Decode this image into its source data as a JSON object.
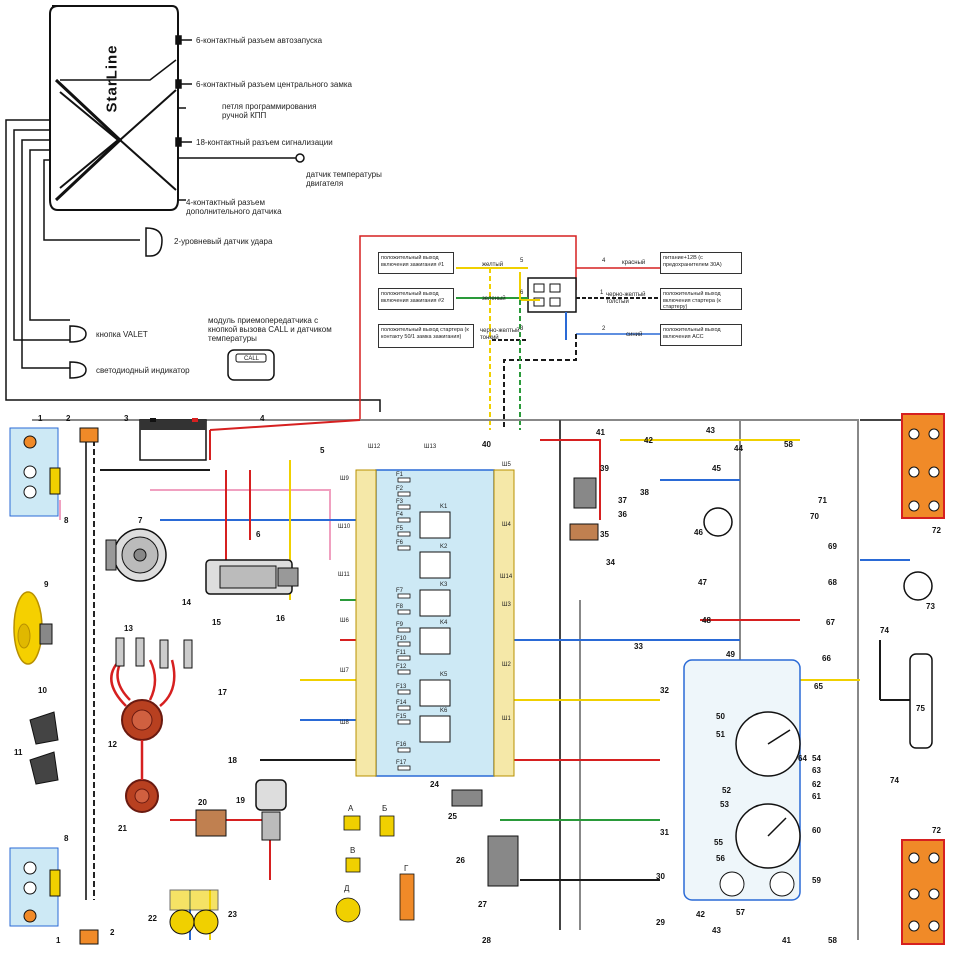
{
  "starline": {
    "brand": "StarLine",
    "labels": {
      "autostart": "6-контактный разъем автозапуска",
      "central_lock": "6-контактный разъем центрального замка",
      "prog_loop": "петля программирования ручной КПП",
      "alarm_connector": "18-контактный разъем сигнализации",
      "engine_temp": "датчик температуры двигателя",
      "extra_sensor": "4-контактный разъем дополнительного датчика",
      "shock_sensor": "2-уровневый датчик удара",
      "valet": "кнопка VALET",
      "led": "светодиодный индикатор",
      "module": "модуль приемопередатчика с кнопкой вызова CALL и датчиком температуры",
      "call": "CALL"
    }
  },
  "ignition_connector": {
    "left_boxes": [
      "положительный выход включения зажигания #1",
      "положительный выход включения зажигания #2",
      "положительный выход стартера (к контакту 50/1 замка зажигания)"
    ],
    "right_boxes": [
      "питание+12В (с предохранителем 30А)",
      "положительный выход включения стартера (к стартеру)",
      "положительный выход включения АСС"
    ],
    "wire_colors": [
      "желтый",
      "зеленый",
      "черно-желтый тонкий",
      "красный",
      "черно-желтый толстый",
      "синий"
    ],
    "pins": [
      "5",
      "6",
      "3",
      "4",
      "1",
      "2"
    ]
  },
  "fuse_block": {
    "fuses": [
      "F1",
      "F2",
      "F3",
      "F4",
      "F5",
      "F6",
      "F7",
      "F8",
      "F9",
      "F10",
      "F11",
      "F12",
      "F13",
      "F14",
      "F15",
      "F16",
      "F17"
    ],
    "relays": [
      "K1",
      "K2",
      "K3",
      "K4",
      "K5",
      "K6"
    ],
    "connectors_left": [
      "Ш9",
      "Ш10",
      "Ш11",
      "Ш6",
      "Ш7",
      "Ш8"
    ],
    "connectors_right": [
      "Ш5",
      "Ш4",
      "Ш14",
      "Ш3",
      "Ш2",
      "Ш1"
    ],
    "top_connectors": [
      "Ш12",
      "Ш13"
    ],
    "number": "24"
  },
  "connector_legend": [
    "А",
    "Б",
    "В",
    "Г",
    "Д"
  ],
  "callouts": {
    "left": [
      "1",
      "2",
      "3",
      "4",
      "5",
      "6",
      "7",
      "8",
      "9",
      "10",
      "11",
      "12",
      "13",
      "14",
      "15",
      "16",
      "17",
      "18",
      "19",
      "20",
      "21",
      "22",
      "23",
      "1",
      "2",
      "8"
    ],
    "right": [
      "25",
      "26",
      "27",
      "28",
      "29",
      "30",
      "31",
      "32",
      "33",
      "34",
      "35",
      "36",
      "37",
      "38",
      "39",
      "40",
      "41",
      "42",
      "43",
      "44",
      "45",
      "46",
      "47",
      "48",
      "49",
      "50",
      "51",
      "52",
      "53",
      "54",
      "55",
      "56",
      "57",
      "58",
      "59",
      "60",
      "61",
      "62",
      "63",
      "64",
      "65",
      "66",
      "67",
      "68",
      "69",
      "70",
      "71",
      "72",
      "73",
      "74",
      "75",
      "72",
      "74",
      "42",
      "43",
      "41",
      "58"
    ]
  },
  "colors": {
    "red": "#d62020",
    "yellow": "#f0d000",
    "green": "#2a9a3a",
    "blue": "#2a6ad6",
    "black": "#1a1a1a",
    "light_blue_panel": "#cde9f5",
    "orange_lamp": "#f08a28",
    "pink": "#f0a0c0"
  }
}
